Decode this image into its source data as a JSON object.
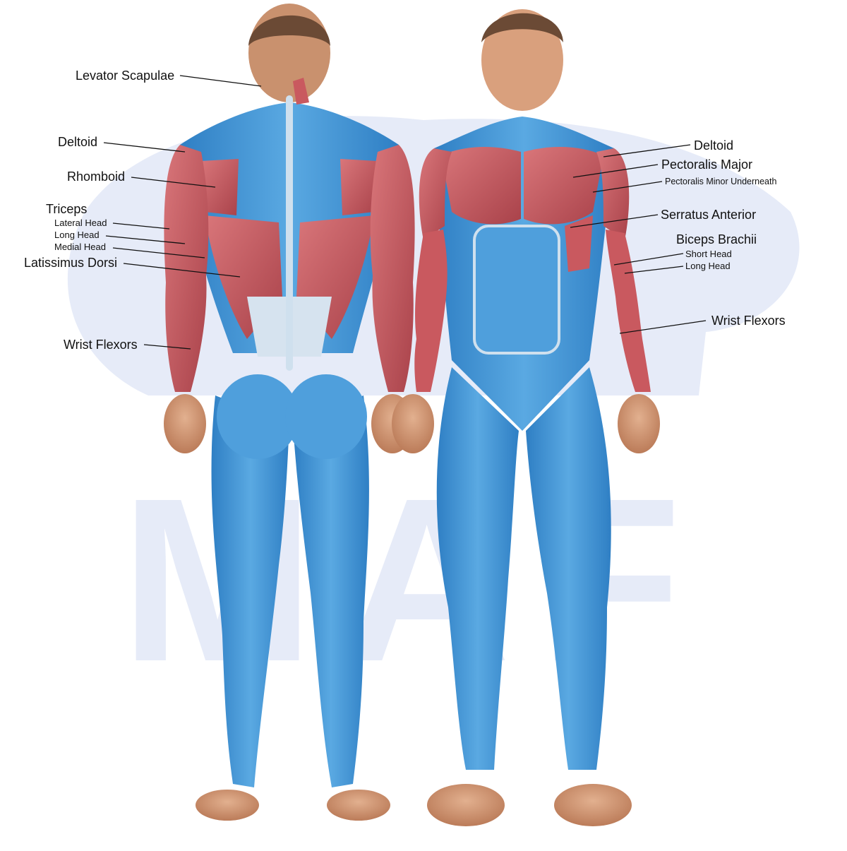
{
  "watermark": {
    "text": "MAF",
    "color": "#e6ebf8"
  },
  "colors": {
    "muscle_blue": "#3f93d6",
    "muscle_blue_light": "#7bbce8",
    "muscle_red": "#c9595f",
    "muscle_red_dark": "#a23f47",
    "tendon": "#d6e3ef",
    "skin": "#c98a66",
    "hair": "#6b4a35",
    "leader_line": "#111111"
  },
  "labels": {
    "posterior": {
      "levator_scapulae": "Levator Scapulae",
      "deltoid": "Deltoid",
      "rhomboid": "Rhomboid",
      "triceps": "Triceps",
      "triceps_lateral": "Lateral Head",
      "triceps_long": "Long Head",
      "triceps_medial": "Medial Head",
      "latissimus": "Latissimus Dorsi",
      "wrist_flexors": "Wrist Flexors"
    },
    "anterior": {
      "deltoid": "Deltoid",
      "pectoralis_major": "Pectoralis Major",
      "pectoralis_minor": "Pectoralis Minor Underneath",
      "serratus": "Serratus Anterior",
      "biceps": "Biceps Brachii",
      "biceps_short": "Short Head",
      "biceps_long": "Long Head",
      "wrist_flexors": "Wrist Flexors"
    }
  }
}
